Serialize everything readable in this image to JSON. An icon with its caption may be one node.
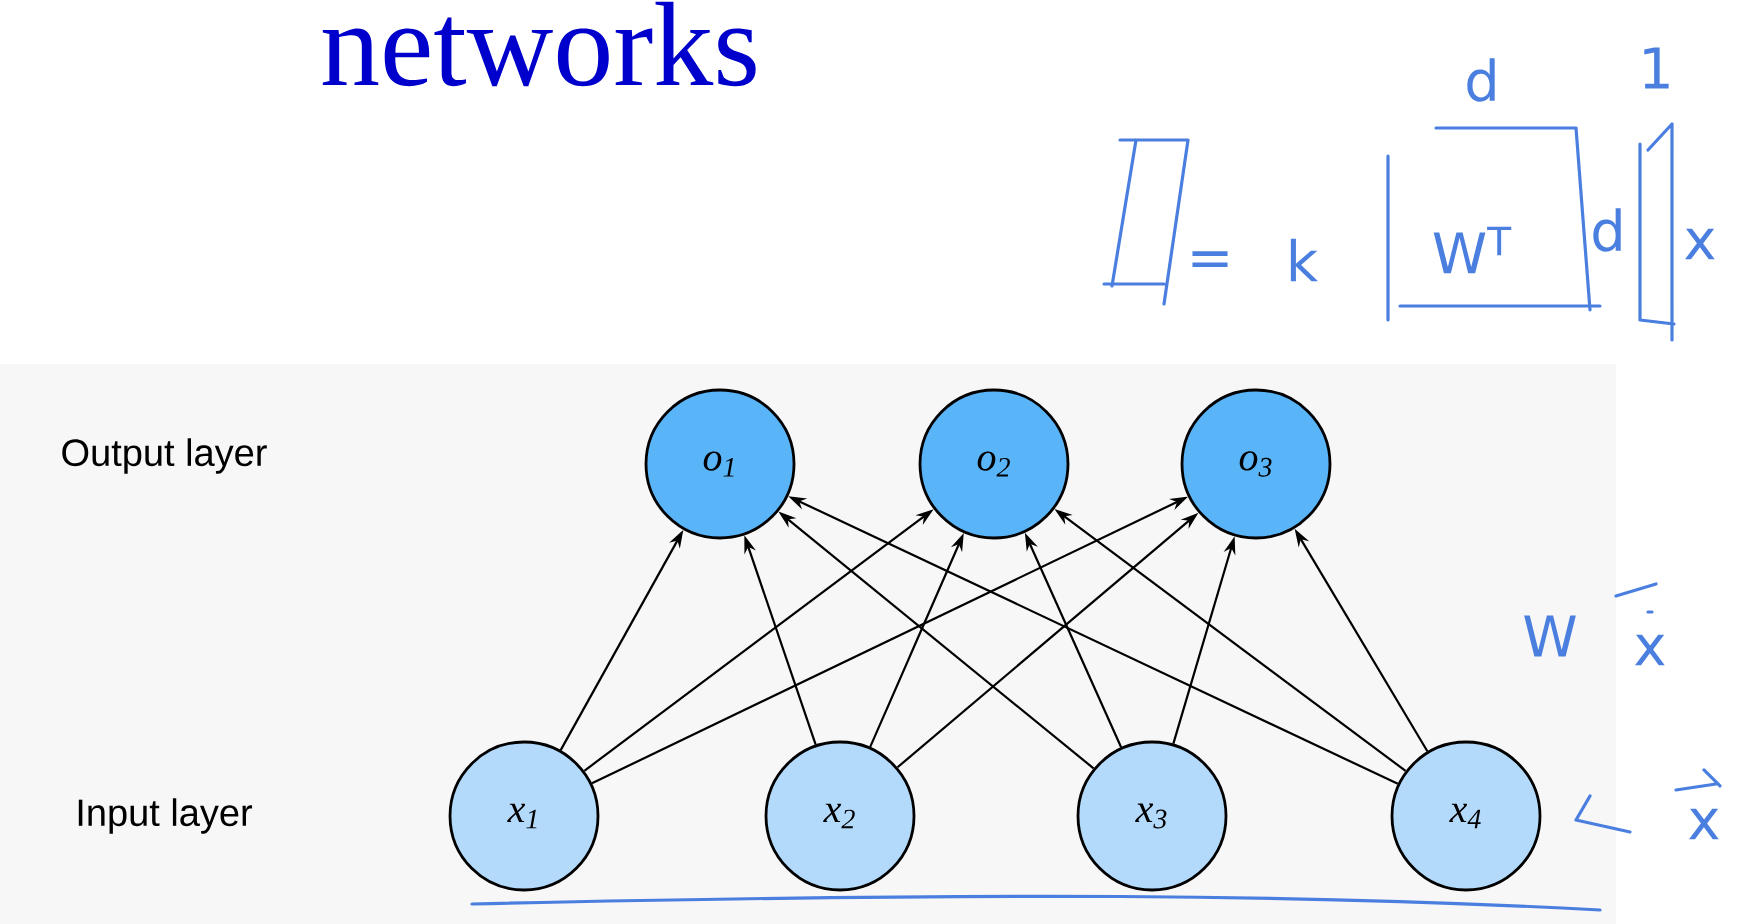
{
  "diagram": {
    "title": "networks",
    "nodes": [
      {
        "text": [
          "o$_{1}$"
        ]
      },
      {
        "text": [
          "o$_{2}$"
        ]
      },
      {
        "text": [
          "o$_{3}$"
        ]
      },
      {
        "text": [
          "x$_{1}$"
        ]
      },
      {
        "text": [
          "x$_{2}$"
        ]
      },
      {
        "text": [
          "x$_{3}$"
        ]
      },
      {
        "text": [
          "x$_{4}$"
        ]
      }
    ],
    "edges": [
      {
        "from": 3,
        "to": 0,
        "arrow": "to"
      },
      {
        "from": 3,
        "to": 1,
        "arrow": "to"
      },
      {
        "from": 3,
        "to": 2,
        "arrow": "to"
      },
      {
        "from": 4,
        "to": 0,
        "arrow": "to"
      },
      {
        "from": 4,
        "to": 1,
        "arrow": "to"
      },
      {
        "from": 4,
        "to": 2,
        "arrow": "to"
      },
      {
        "from": 5,
        "to": 0,
        "arrow": "to"
      },
      {
        "from": 5,
        "to": 1,
        "arrow": "to"
      },
      {
        "from": 5,
        "to": 2,
        "arrow": "to"
      },
      {
        "from": 6,
        "to": 0,
        "arrow": "to"
      },
      {
        "from": 6,
        "to": 1,
        "arrow": "to"
      },
      {
        "from": 6,
        "to": 2,
        "arrow": "to"
      }
    ],
    "labels": [
      "d",
      "1",
      "=",
      "k",
      "W$^{T}$",
      "d",
      "x",
      "Output layer",
      "W",
      "x",
      "Input layer",
      "x"
    ]
  }
}
